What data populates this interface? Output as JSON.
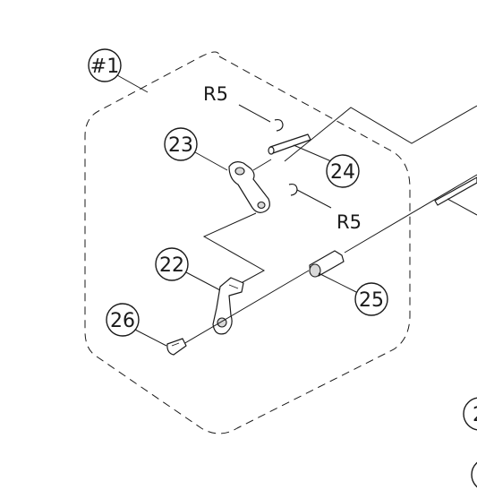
{
  "callouts": {
    "assembly": "#1",
    "c23": "23",
    "c24": "24",
    "c22": "22",
    "c25": "25",
    "c26": "26",
    "c_edge": "2"
  },
  "refs": {
    "r5_top": "R5",
    "r5_mid": "R5"
  }
}
